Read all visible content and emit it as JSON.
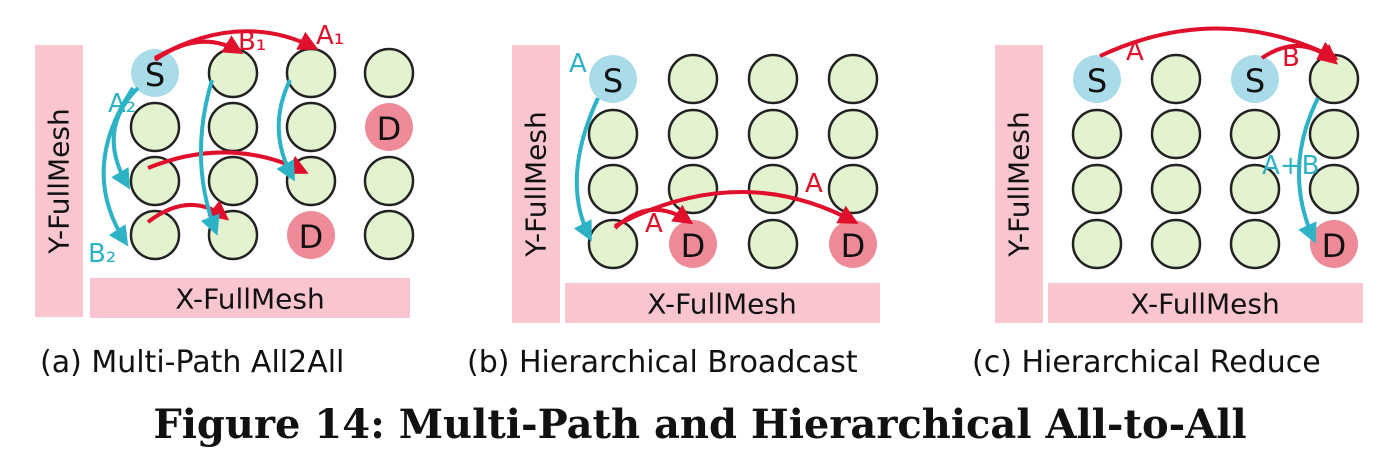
{
  "colors": {
    "band": "#f9c6d0",
    "node": "#e3f2cf",
    "source": "#a9dce8",
    "dest": "#ef8a98",
    "red_arrow": "#e0102c",
    "cyan_arrow": "#2eb3c6",
    "stroke": "#222222"
  },
  "panels": [
    {
      "id": "a",
      "caption": "(a) Multi-Path All2All",
      "y_band_label": "Y-FullMesh",
      "x_band_label": "X-FullMesh",
      "nodes": [
        {
          "col": 0,
          "row": 0,
          "role": "source",
          "label": "S"
        },
        {
          "col": 3,
          "row": 1,
          "role": "dest",
          "label": "D"
        },
        {
          "col": 2,
          "row": 3,
          "role": "dest",
          "label": "D"
        }
      ],
      "arrows": [
        {
          "color": "red",
          "from": [
            0,
            0
          ],
          "to": [
            1,
            0
          ],
          "label": "B₁"
        },
        {
          "color": "red",
          "from": [
            0,
            0
          ],
          "to": [
            2,
            0
          ],
          "label": "A₁"
        },
        {
          "color": "cyan",
          "from": [
            0,
            0
          ],
          "to": [
            0,
            2
          ],
          "label": "A₂"
        },
        {
          "color": "cyan",
          "from": [
            0,
            0
          ],
          "to": [
            0,
            3
          ],
          "label": "B₂"
        },
        {
          "color": "red",
          "from": [
            0,
            2
          ],
          "to": [
            2,
            2
          ],
          "label": ""
        },
        {
          "color": "red",
          "from": [
            0,
            3
          ],
          "to": [
            1,
            3
          ],
          "label": ""
        },
        {
          "color": "cyan",
          "from": [
            1,
            0
          ],
          "to": [
            1,
            3
          ],
          "label": ""
        },
        {
          "color": "cyan",
          "from": [
            2,
            0
          ],
          "to": [
            2,
            2
          ],
          "label": ""
        }
      ]
    },
    {
      "id": "b",
      "caption": "(b) Hierarchical Broadcast",
      "y_band_label": "Y-FullMesh",
      "x_band_label": "X-FullMesh",
      "nodes": [
        {
          "col": 0,
          "row": 0,
          "role": "source",
          "label": "S"
        },
        {
          "col": 1,
          "row": 3,
          "role": "dest",
          "label": "D"
        },
        {
          "col": 3,
          "row": 3,
          "role": "dest",
          "label": "D"
        }
      ],
      "arrows": [
        {
          "color": "cyan",
          "from": [
            0,
            0
          ],
          "to": [
            0,
            3
          ],
          "label": "A"
        },
        {
          "color": "red",
          "from": [
            0,
            3
          ],
          "to": [
            1,
            3
          ],
          "label": "A"
        },
        {
          "color": "red",
          "from": [
            0,
            3
          ],
          "to": [
            3,
            3
          ],
          "label": "A"
        }
      ]
    },
    {
      "id": "c",
      "caption": "(c) Hierarchical Reduce",
      "y_band_label": "Y-FullMesh",
      "x_band_label": "X-FullMesh",
      "nodes": [
        {
          "col": 0,
          "row": 0,
          "role": "source",
          "label": "S"
        },
        {
          "col": 2,
          "row": 0,
          "role": "source",
          "label": "S"
        },
        {
          "col": 3,
          "row": 3,
          "role": "dest",
          "label": "D"
        }
      ],
      "arrows": [
        {
          "color": "red",
          "from": [
            0,
            0
          ],
          "to": [
            3,
            0
          ],
          "label": "A"
        },
        {
          "color": "red",
          "from": [
            2,
            0
          ],
          "to": [
            3,
            0
          ],
          "label": "B"
        },
        {
          "color": "cyan",
          "from": [
            3,
            0
          ],
          "to": [
            3,
            3
          ],
          "label": "A+B"
        }
      ]
    }
  ],
  "figure_title": "Figure 14: Multi-Path and Hierarchical All-to-All"
}
